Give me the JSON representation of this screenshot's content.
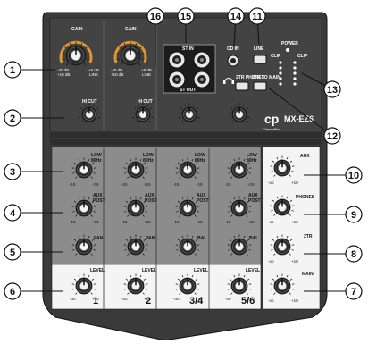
{
  "callouts": [
    "1",
    "2",
    "3",
    "4",
    "5",
    "6",
    "7",
    "8",
    "9",
    "10",
    "11",
    "12",
    "13",
    "14",
    "15",
    "16"
  ],
  "top_panel": {
    "gain_label": "GAIN",
    "gain_scale_min": "-40 dB",
    "gain_scale_min2": "+10 dB",
    "gain_scale_max": "+6 dB",
    "gain_scale_max2": "LINE",
    "hi_cut_label": "HI CUT",
    "hi_cut_label_b": "HI CUT",
    "stereo_in_label": "ST IN",
    "stereo_out_label": "ST OUT",
    "cd_in_label": "CD IN",
    "line_label": "LINE",
    "to_main_label": "2TR TO MAIN",
    "phones_label": "2TR PHONES",
    "power_label": "POWER",
    "clip_label": "CLIP",
    "clip_label_b": "CLIP",
    "model": "MX-EZ6",
    "brand": "ClassicPro"
  },
  "channels": {
    "low_label": "LOW",
    "low_freq": "80Hz",
    "mid_label": "AUX",
    "mid_sub": "POST",
    "pan_label": "PAN",
    "bal_label": "BAL",
    "level_label": "LEVEL",
    "scale_min": "-15",
    "scale_max": "+15",
    "level_min": "-oo",
    "level_max": "+10",
    "names": [
      "1",
      "2",
      "3/4",
      "5/6"
    ]
  },
  "master": {
    "aux_label": "AUX",
    "phones_label": "PHONES",
    "str_label": "2TR",
    "main_label": "MAIN",
    "min": "-oo",
    "max": "+10"
  },
  "colors": {
    "panel_dark": "#3a3a3a",
    "channel_grey": "#8c8c8c",
    "level_white": "#f4f4f4",
    "callout_stroke": "#111111"
  }
}
